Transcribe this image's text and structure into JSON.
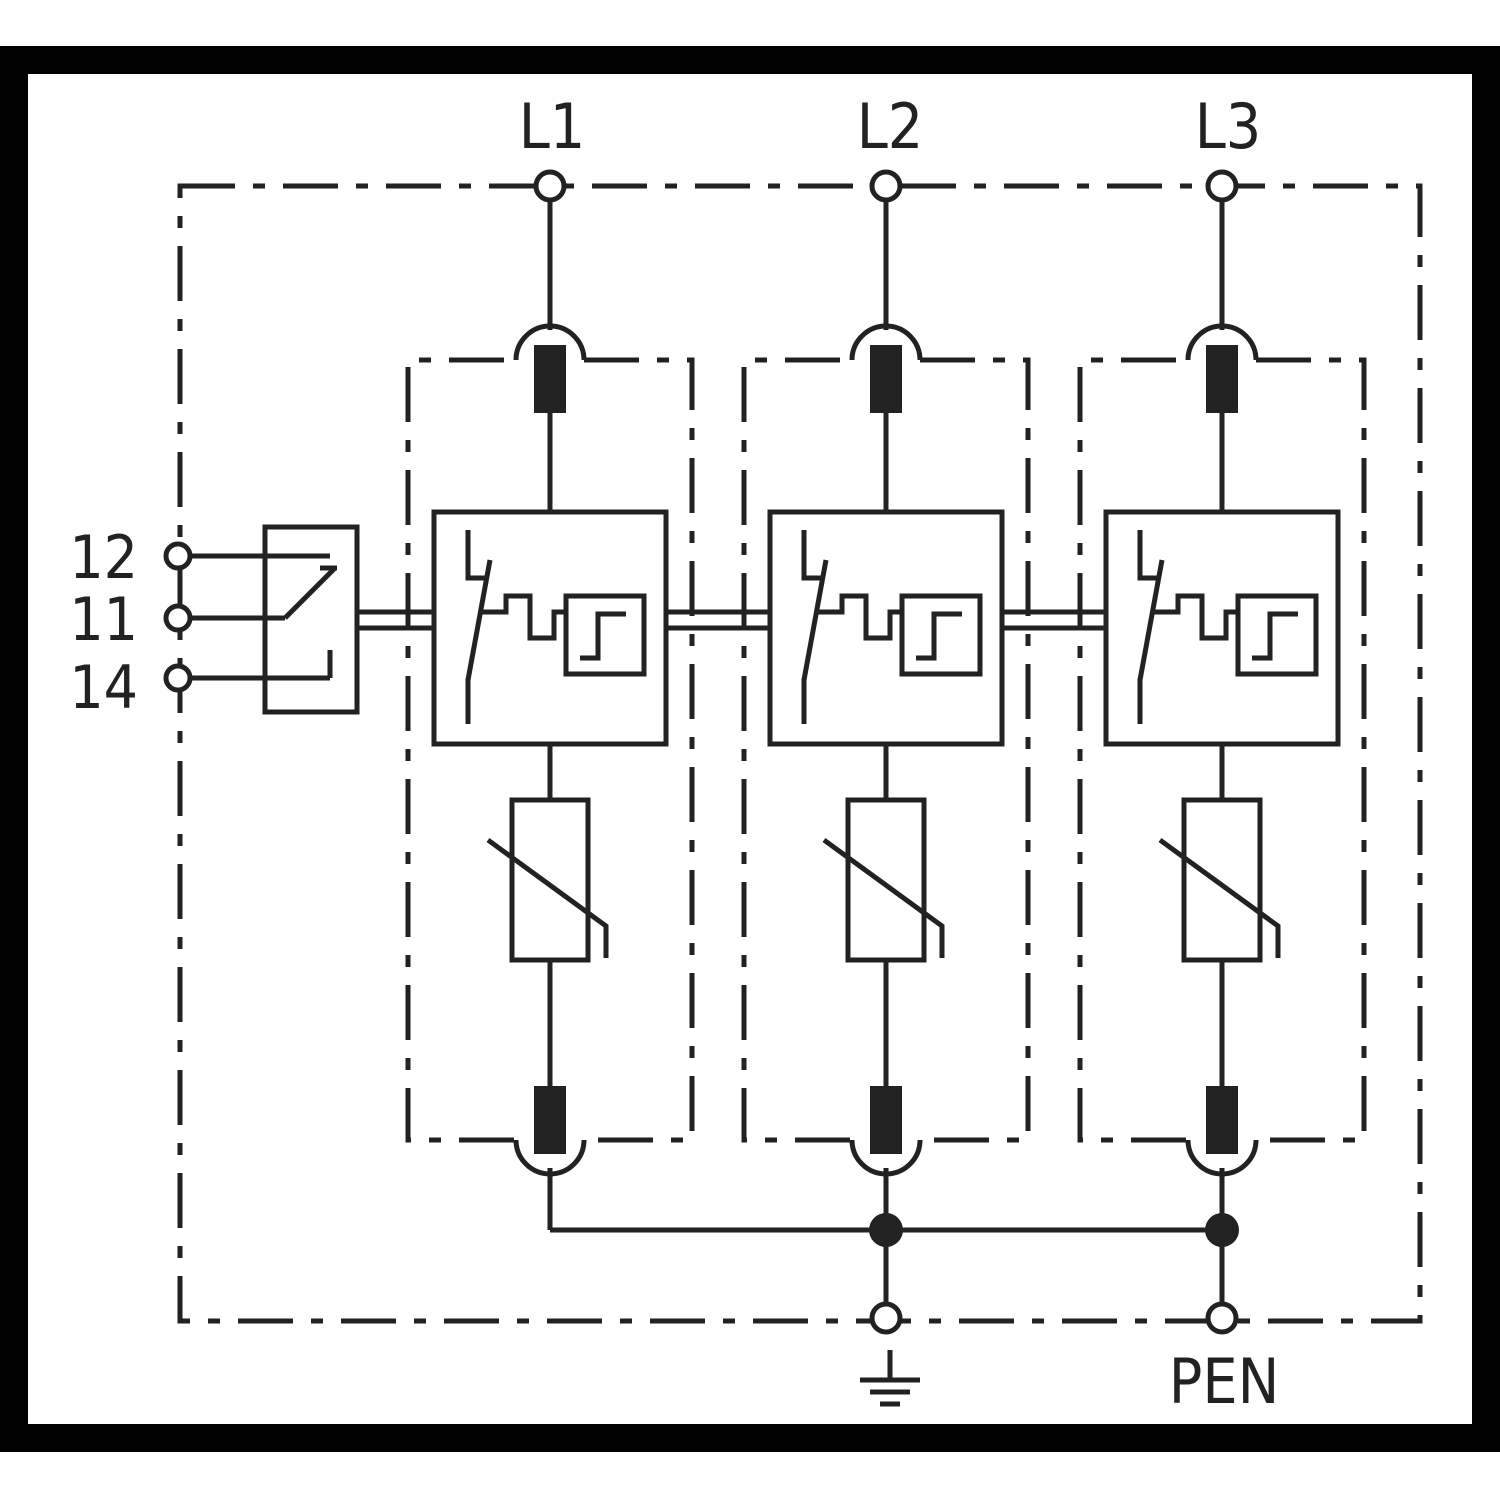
{
  "terminals": {
    "phases": [
      "L1",
      "L2",
      "L3"
    ],
    "earth_symbol": "earth-ground",
    "pen": "PEN"
  },
  "aux_contacts": [
    "12",
    "11",
    "14"
  ],
  "colors": {
    "line": "#222222",
    "background": "#ffffff",
    "frame": "#000000"
  }
}
